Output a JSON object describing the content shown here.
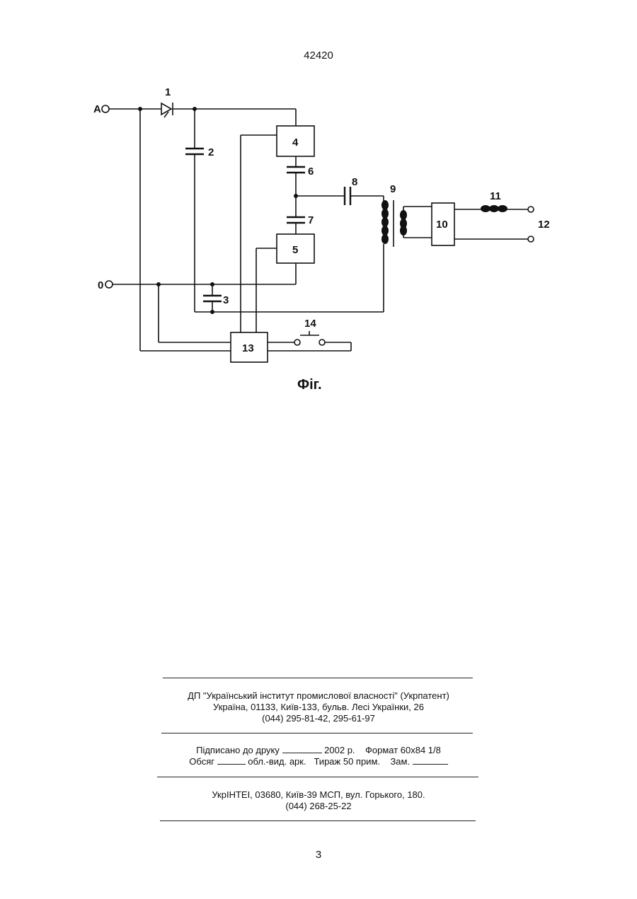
{
  "header": {
    "patent_number": "42420"
  },
  "figure": {
    "terminal_a": "A",
    "terminal_o": "0",
    "labels": [
      "1",
      "2",
      "3",
      "4",
      "5",
      "6",
      "7",
      "8",
      "9",
      "10",
      "11",
      "12",
      "13",
      "14"
    ],
    "caption": "Фіг."
  },
  "imprint": {
    "block1": [
      "ДП \"Український інститут промислової власності\" (Укрпатент)",
      "Україна, 01133, Київ-133, бульв. Лесі Українки, 26",
      "(044) 295-81-42, 295-61-97"
    ],
    "block2": {
      "signed_prefix": "Підписано до друку",
      "year": "2002 р.",
      "format": "Формат 60x84 1/8",
      "volume_prefix": "Обсяг",
      "sheet_unit": "обл.-вид. арк.",
      "run": "Тираж 50 прим.",
      "order": "Зам."
    },
    "block3": [
      "УкрІНТЕІ, 03680, Київ-39 МСП, вул. Горького, 180.",
      "(044) 268-25-22"
    ]
  },
  "footer": {
    "page_number": "3"
  }
}
